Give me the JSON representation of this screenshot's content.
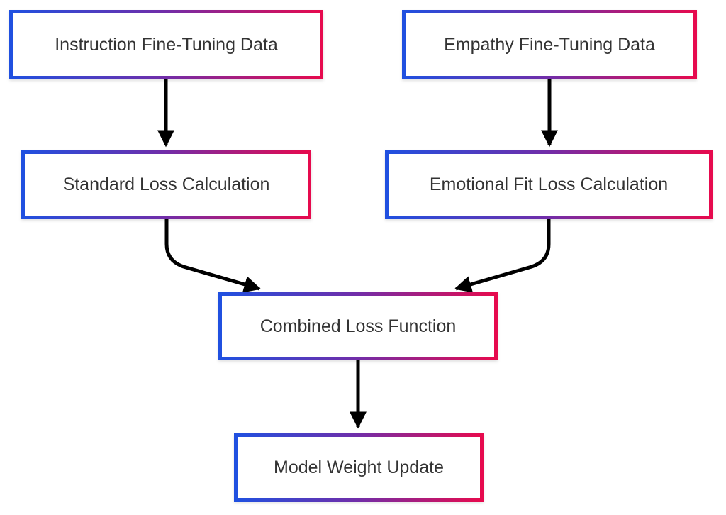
{
  "diagram": {
    "type": "flowchart",
    "background_color": "#ffffff",
    "node_style": {
      "fill": "#ffffff",
      "text_color": "#333333",
      "border_gradient_left": "#2050e0",
      "border_gradient_middle": "#722da8",
      "border_gradient_right": "#e60a4e"
    },
    "arrow_color": "#000000",
    "nodes": [
      {
        "id": "instruction-data",
        "label": "Instruction Fine-Tuning Data"
      },
      {
        "id": "empathy-data",
        "label": "Empathy Fine-Tuning Data"
      },
      {
        "id": "standard-loss",
        "label": "Standard Loss Calculation"
      },
      {
        "id": "emotional-loss",
        "label": "Emotional Fit Loss Calculation"
      },
      {
        "id": "combined-loss",
        "label": "Combined Loss Function"
      },
      {
        "id": "model-update",
        "label": "Model Weight Update"
      }
    ],
    "edges": [
      {
        "from": "instruction-data",
        "to": "standard-loss",
        "shape": "straight"
      },
      {
        "from": "empathy-data",
        "to": "emotional-loss",
        "shape": "straight"
      },
      {
        "from": "standard-loss",
        "to": "combined-loss",
        "shape": "curved"
      },
      {
        "from": "emotional-loss",
        "to": "combined-loss",
        "shape": "curved"
      },
      {
        "from": "combined-loss",
        "to": "model-update",
        "shape": "straight"
      }
    ]
  }
}
